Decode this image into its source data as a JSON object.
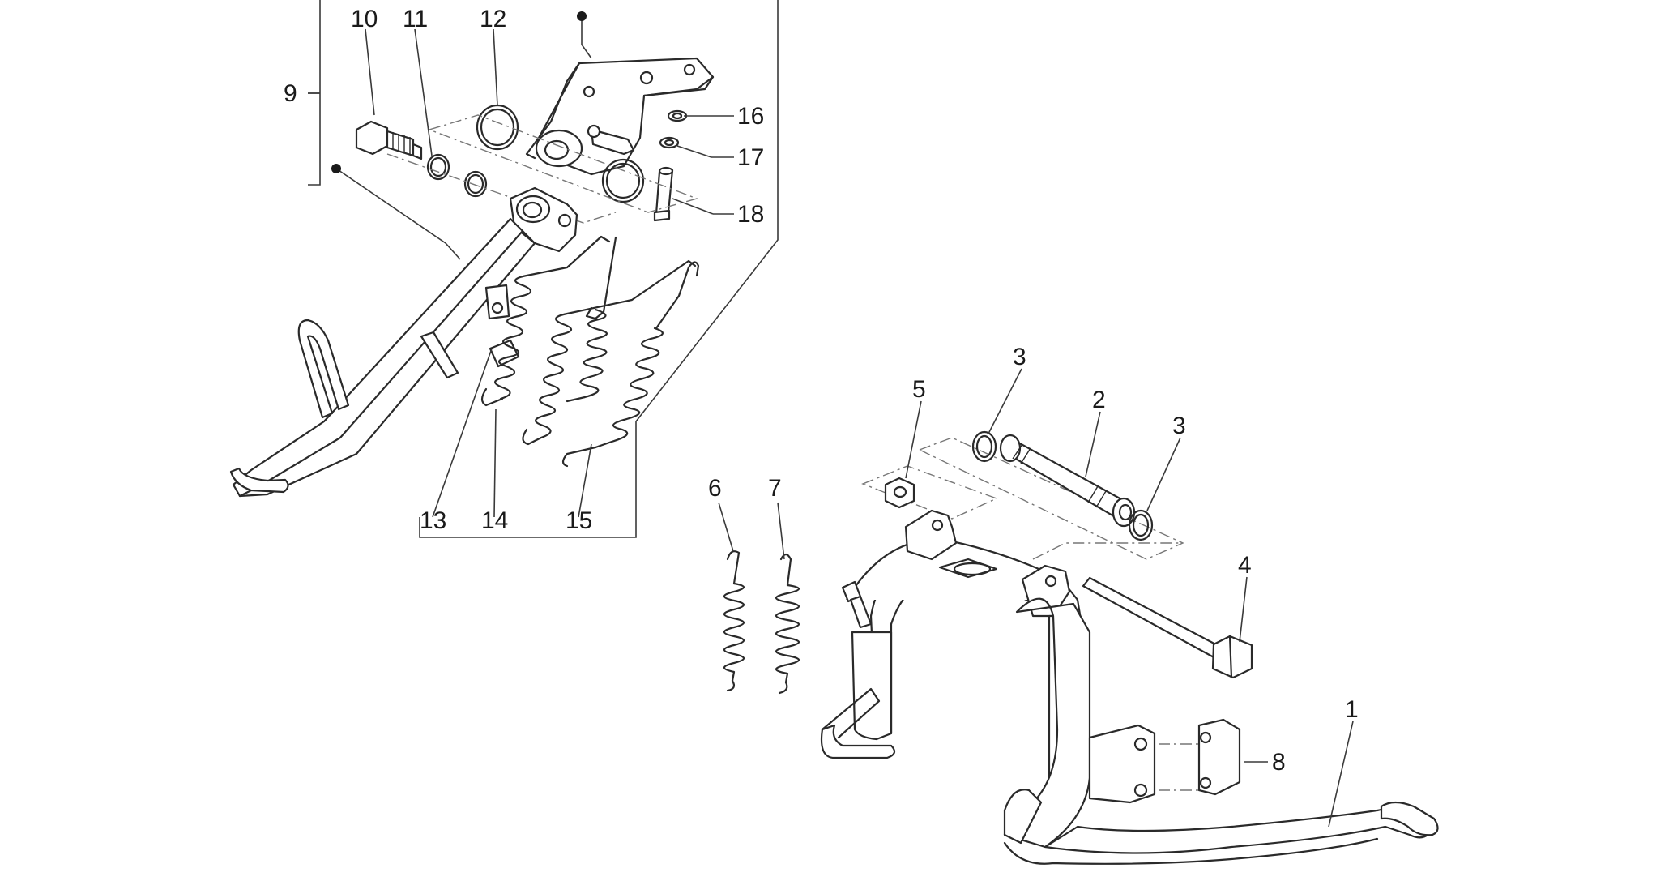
{
  "callouts": {
    "c1": "1",
    "c2": "2",
    "c3a": "3",
    "c3b": "3",
    "c4": "4",
    "c5": "5",
    "c6": "6",
    "c7": "7",
    "c8": "8",
    "c9": "9",
    "c10": "10",
    "c11": "11",
    "c12": "12",
    "c13": "13",
    "c14": "14",
    "c15": "15",
    "c16": "16",
    "c17": "17",
    "c18": "18"
  },
  "colors": {
    "line": "#2a2a2a",
    "background": "#ffffff"
  }
}
